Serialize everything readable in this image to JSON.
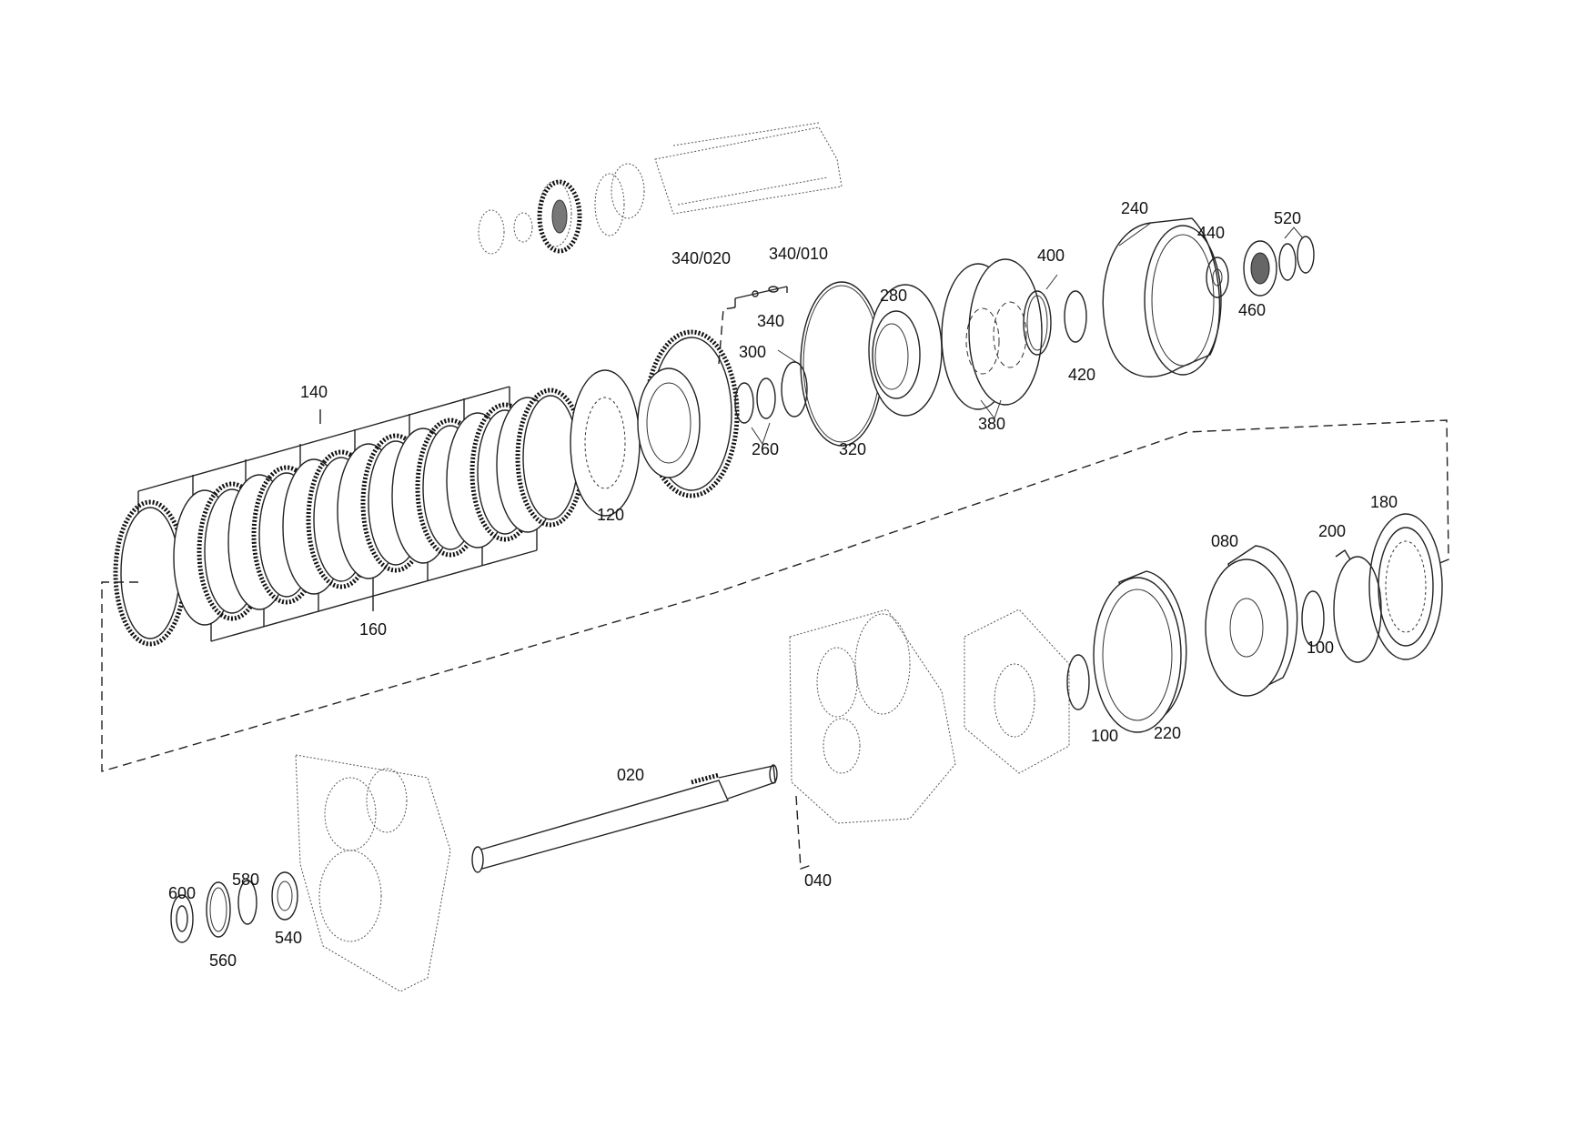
{
  "part_labels": {
    "p140": "140",
    "p160": "160",
    "p120": "120",
    "p260": "260",
    "p300": "300",
    "p320": "320",
    "p340_020": "340/020",
    "p340_010": "340/010",
    "p340": "340",
    "p280": "280",
    "p380": "380",
    "p400": "400",
    "p420": "420",
    "p240": "240",
    "p440": "440",
    "p460": "460",
    "p520": "520",
    "p180": "180",
    "p200": "200",
    "p100a": "100",
    "p080": "080",
    "p220": "220",
    "p100b": "100",
    "p020": "020",
    "p040": "040",
    "p600": "600",
    "p580": "580",
    "p560": "560",
    "p540": "540"
  }
}
